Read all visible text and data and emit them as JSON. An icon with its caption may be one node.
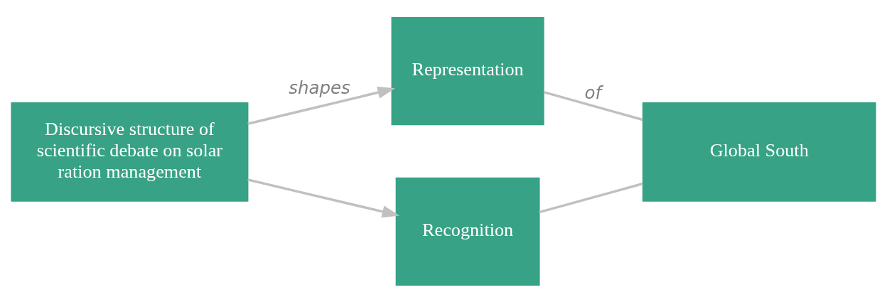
{
  "diagram": {
    "nodes": [
      {
        "text": [
          "Discursive structure of scientific debate on solar ration management"
        ]
      },
      {
        "text": [
          "Representation"
        ]
      },
      {
        "text": [
          "Recognition"
        ]
      },
      {
        "text": [
          "Global South"
        ]
      }
    ],
    "edges": [
      {
        "from": 0,
        "to": 1,
        "arrow": "to",
        "label": "shapes"
      },
      {
        "from": 0,
        "to": 2,
        "arrow": "to"
      },
      {
        "from": 1,
        "to": 3,
        "arrow": "none",
        "label": "of"
      },
      {
        "from": 2,
        "to": 3,
        "arrow": "none"
      }
    ]
  }
}
